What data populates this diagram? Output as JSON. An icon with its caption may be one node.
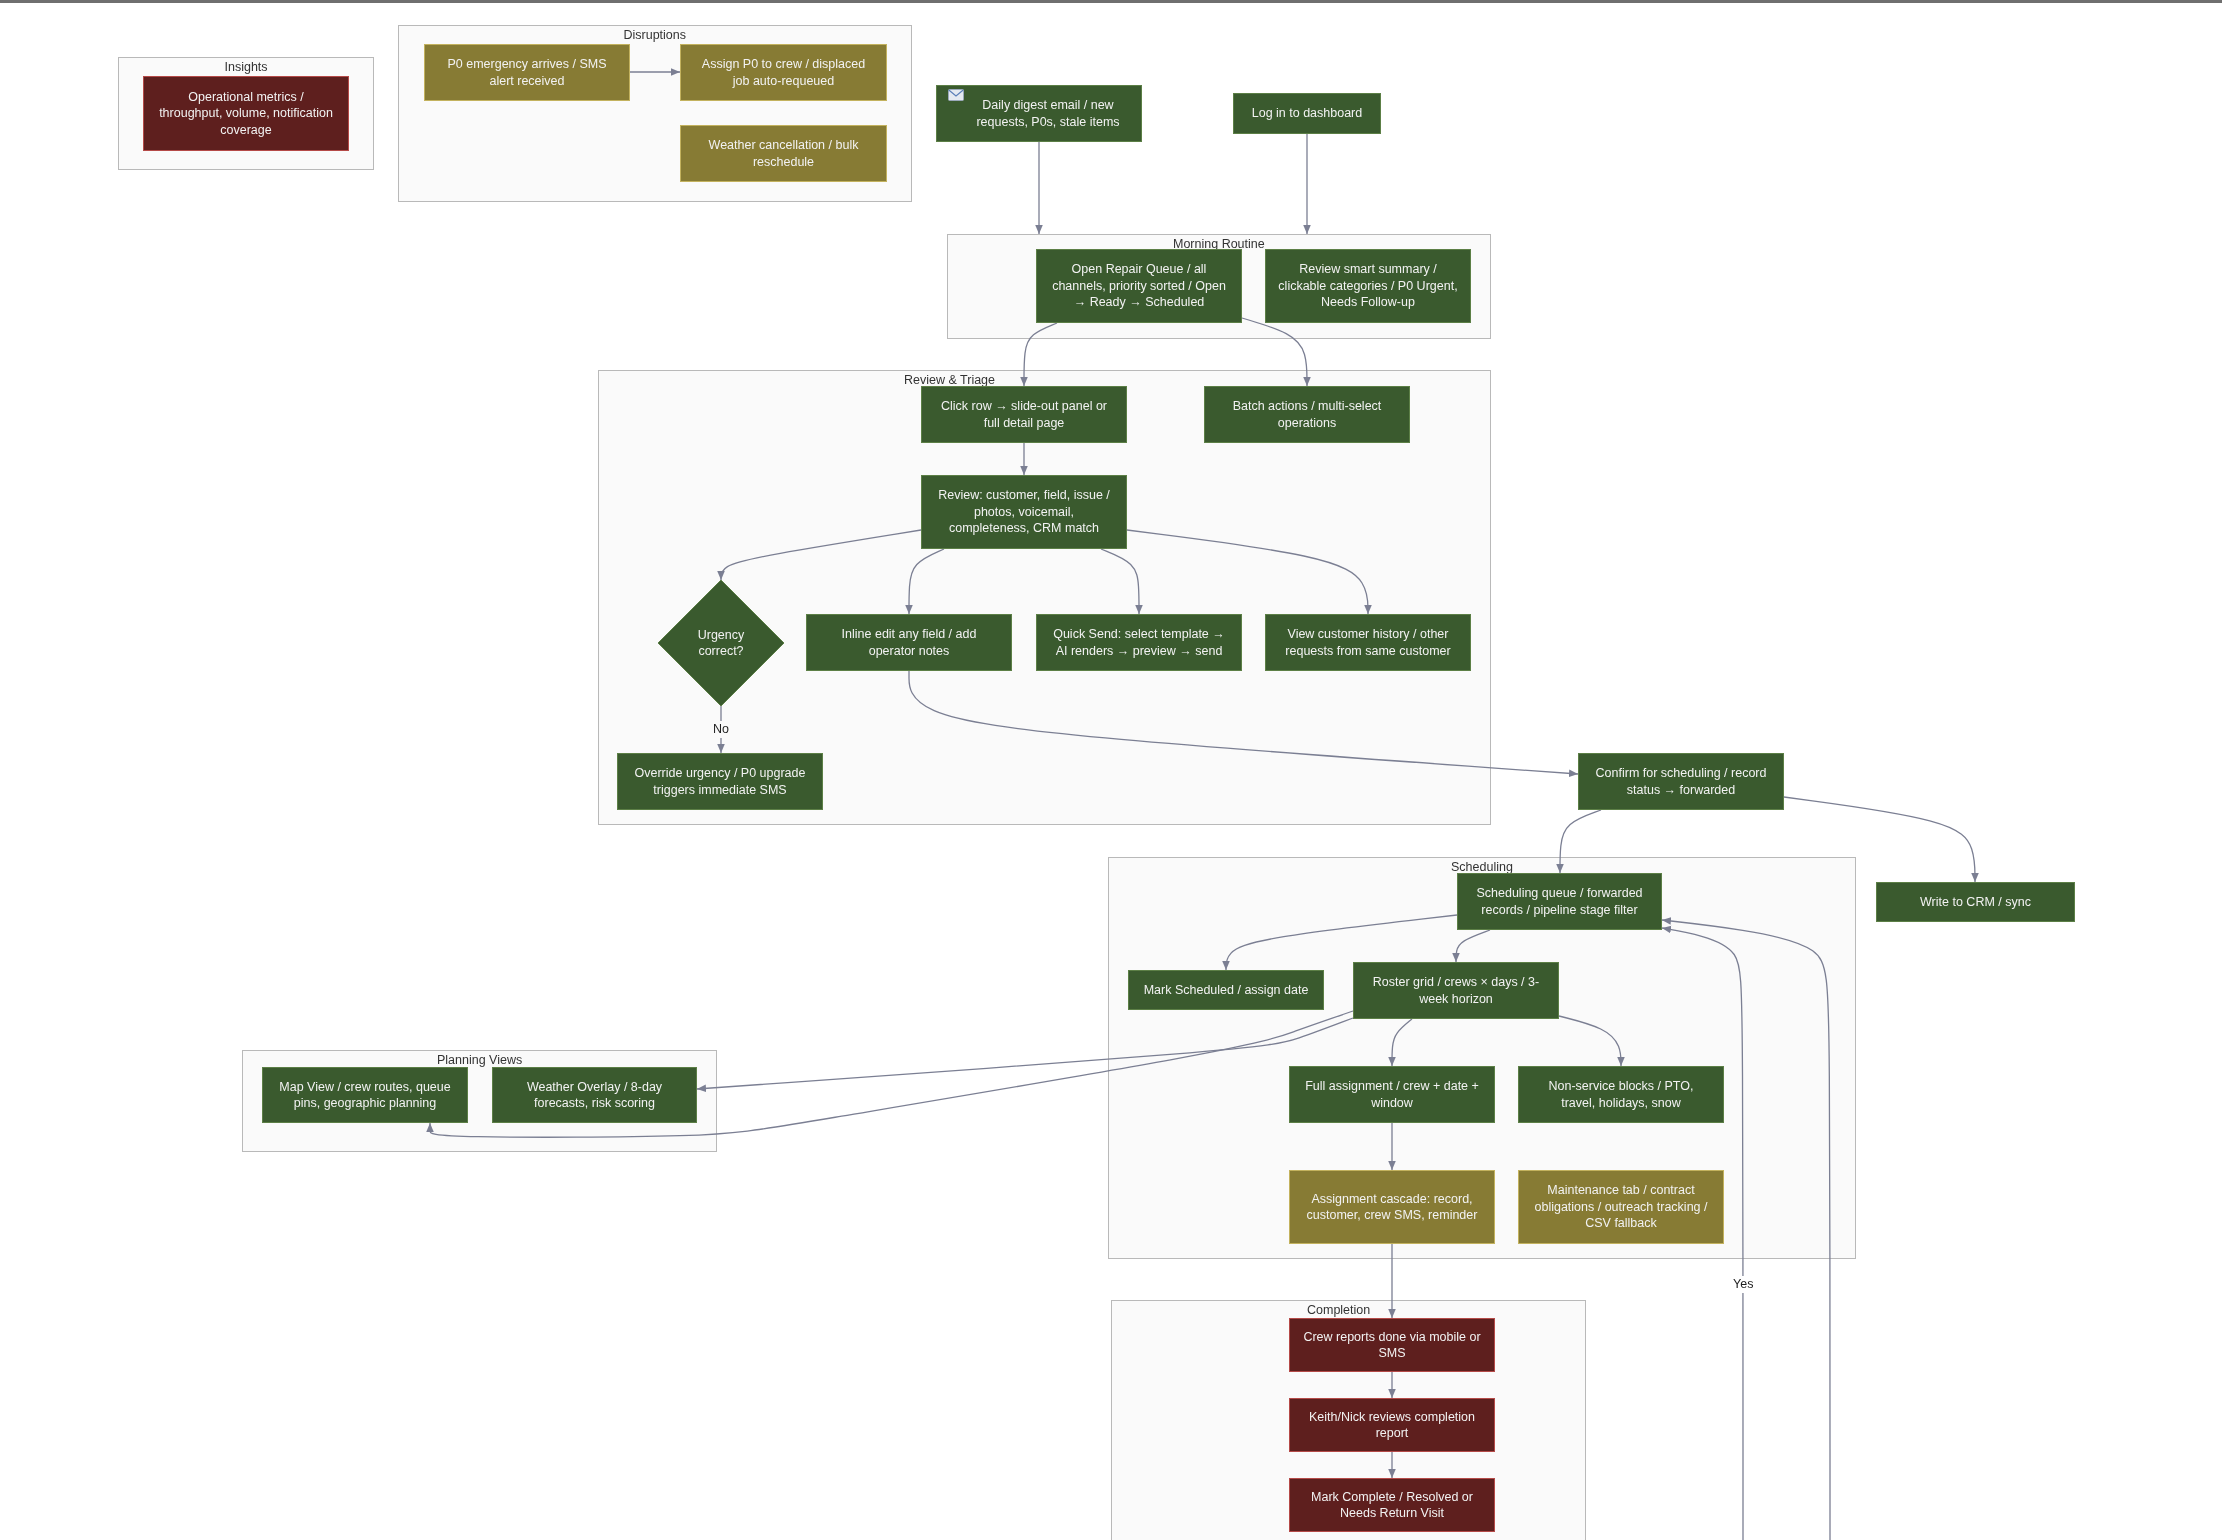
{
  "diagram": {
    "nodes": [
      {
        "text": [
          "Insights"
        ]
      },
      {
        "text": [
          "Operational metrics / throughput, volume, notification coverage"
        ],
        "in": 0
      },
      {
        "text": [
          "Disruptions"
        ]
      },
      {
        "text": [
          "P0 emergency arrives / SMS alert received"
        ],
        "in": 2
      },
      {
        "text": [
          "Assign P0 to crew / displaced job auto-requeued"
        ],
        "in": 2
      },
      {
        "text": [
          "Weather cancellation / bulk reschedule"
        ],
        "in": 2
      },
      {
        "text": [
          "Daily digest email / new requests, P0s, stale items"
        ]
      },
      {
        "text": [
          "Log in to dashboard"
        ]
      },
      {
        "text": [
          "Morning Routine"
        ]
      },
      {
        "text": [
          "Open Repair Queue / all channels, priority sorted / Open → Ready → Scheduled"
        ],
        "in": 8
      },
      {
        "text": [
          "Review smart summary / clickable categories / P0 Urgent, Needs Follow-up"
        ],
        "in": 8
      },
      {
        "text": [
          "Review & Triage"
        ]
      },
      {
        "text": [
          "Click row → slide-out panel or full detail page"
        ],
        "in": 11
      },
      {
        "text": [
          "Batch actions / multi-select operations"
        ],
        "in": 11
      },
      {
        "text": [
          "Review: customer, field, issue / photos, voicemail, completeness, CRM match"
        ],
        "in": 11
      },
      {
        "text": [
          "Urgency correct?"
        ],
        "in": 11
      },
      {
        "text": [
          "Inline edit any field / add operator notes"
        ],
        "in": 11
      },
      {
        "text": [
          "Quick Send: select template → AI renders → preview → send"
        ],
        "in": 11
      },
      {
        "text": [
          "View customer history / other requests from same customer"
        ],
        "in": 11
      },
      {
        "text": [
          "Override urgency / P0 upgrade triggers immediate SMS"
        ],
        "in": 11
      },
      {
        "text": [
          "Confirm for scheduling / record status → forwarded"
        ]
      },
      {
        "text": [
          "Scheduling"
        ]
      },
      {
        "text": [
          "Scheduling queue / forwarded records / pipeline stage filter"
        ],
        "in": 21
      },
      {
        "text": [
          "Write to CRM / sync"
        ]
      },
      {
        "text": [
          "Mark Scheduled / assign date"
        ],
        "in": 21
      },
      {
        "text": [
          "Roster grid / crews × days / 3-week horizon"
        ],
        "in": 21
      },
      {
        "text": [
          "Planning Views"
        ]
      },
      {
        "text": [
          "Map View / crew routes, queue pins, geographic planning"
        ],
        "in": 26
      },
      {
        "text": [
          "Weather Overlay / 8-day forecasts, risk scoring"
        ],
        "in": 26
      },
      {
        "text": [
          "Full assignment / crew + date + window"
        ],
        "in": 21
      },
      {
        "text": [
          "Non-service blocks / PTO, travel, holidays, snow"
        ],
        "in": 21
      },
      {
        "text": [
          "Assignment cascade: record, customer, crew SMS, reminder"
        ],
        "in": 21
      },
      {
        "text": [
          "Maintenance tab / contract obligations / outreach tracking / CSV fallback"
        ],
        "in": 21
      },
      {
        "text": [
          "Completion"
        ]
      },
      {
        "text": [
          "Crew reports done via mobile or SMS"
        ],
        "in": 33
      },
      {
        "text": [
          "Keith/Nick reviews completion report"
        ],
        "in": 33
      },
      {
        "text": [
          "Mark Complete / Resolved or Needs Return Visit"
        ],
        "in": 33
      }
    ],
    "edges": [
      {
        "from": 3,
        "to": 4,
        "arrow": "to"
      },
      {
        "from": 6,
        "to": 8,
        "arrow": "to"
      },
      {
        "from": 7,
        "to": 8,
        "arrow": "to"
      },
      {
        "from": 9,
        "to": 12,
        "arrow": "to"
      },
      {
        "from": 9,
        "to": 13,
        "arrow": "to"
      },
      {
        "from": 12,
        "to": 14,
        "arrow": "to"
      },
      {
        "from": 14,
        "to": 15,
        "arrow": "to"
      },
      {
        "from": 14,
        "to": 16,
        "arrow": "to"
      },
      {
        "from": 14,
        "to": 17,
        "arrow": "to"
      },
      {
        "from": 14,
        "to": 18,
        "arrow": "to"
      },
      {
        "from": 15,
        "to": 19,
        "arrow": "to",
        "label": "No"
      },
      {
        "from": 16,
        "to": 20,
        "arrow": "to"
      },
      {
        "from": 20,
        "to": 22,
        "arrow": "to"
      },
      {
        "from": 20,
        "to": 23,
        "arrow": "to"
      },
      {
        "from": 22,
        "to": 24,
        "arrow": "to"
      },
      {
        "from": 22,
        "to": 25,
        "arrow": "to"
      },
      {
        "from": 25,
        "to": 28,
        "arrow": "to"
      },
      {
        "from": 25,
        "to": 27,
        "arrow": "to"
      },
      {
        "from": 25,
        "to": 29,
        "arrow": "to"
      },
      {
        "from": 25,
        "to": 30,
        "arrow": "to"
      },
      {
        "from": 29,
        "to": 31,
        "arrow": "to"
      },
      {
        "from": 31,
        "to": 34,
        "arrow": "to"
      },
      {
        "from": 34,
        "to": 35,
        "arrow": "to"
      },
      {
        "from": 35,
        "to": 36,
        "arrow": "to"
      },
      {
        "from": null,
        "to": 22,
        "arrow": "to",
        "label": "Yes"
      },
      {
        "from": null,
        "to": 22,
        "arrow": "to"
      }
    ]
  }
}
